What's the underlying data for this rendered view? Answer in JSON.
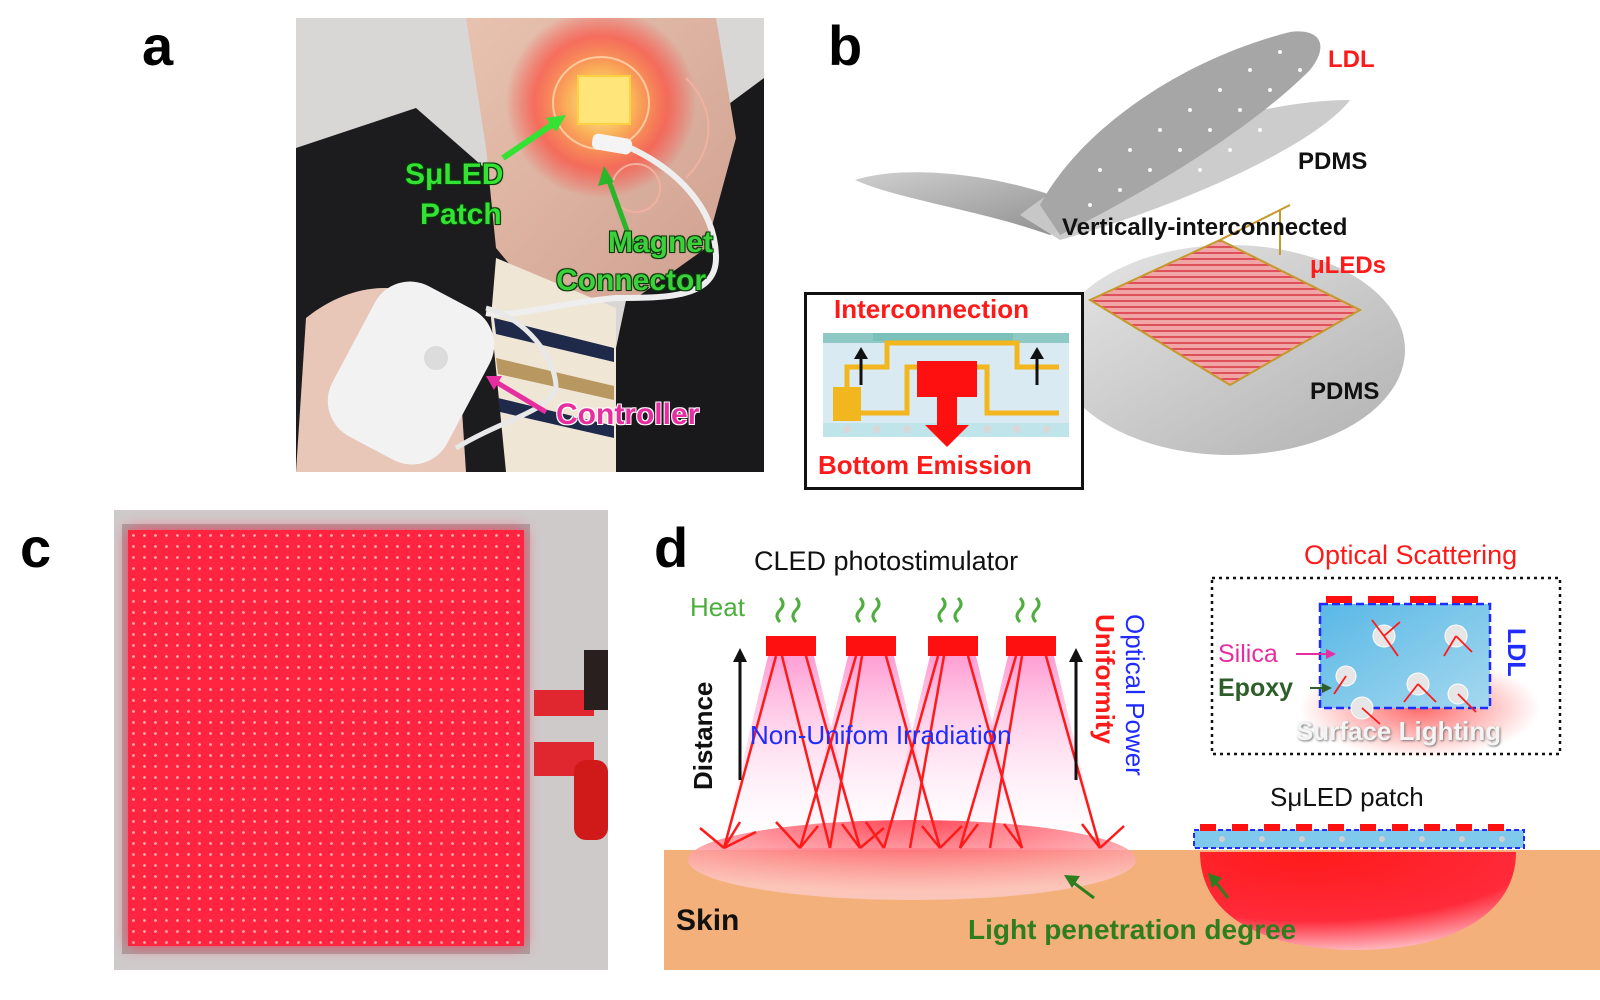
{
  "panels": {
    "a": "a",
    "b": "b",
    "c": "c",
    "d": "d"
  },
  "panel_a": {
    "patch_label_1": "SμLED",
    "patch_label_2": "Patch",
    "magnet_label_1": "Magnet",
    "magnet_label_2": "Connector",
    "controller_label": "Controller"
  },
  "panel_b": {
    "ldl": "LDL",
    "pdms_top": "PDMS",
    "vertical": "Vertically-interconnected",
    "uleds": "μLEDs",
    "pdms_bottom": "PDMS",
    "inset_top": "Interconnection",
    "inset_bottom": "Bottom Emission"
  },
  "panel_d": {
    "cled_title": "CLED photostimulator",
    "heat": "Heat",
    "distance": "Distance",
    "non_uniform": "Non-Unifom Irradiation",
    "optical_power": "Optical Power",
    "uniformity": "Uniformity",
    "optical_scattering": "Optical Scattering",
    "silica": "Silica",
    "epoxy": "Epoxy",
    "ldl": "LDL",
    "surface_lighting": "Surface Lighting",
    "sled_patch": "SμLED patch",
    "skin": "Skin",
    "penetration": "Light penetration degree"
  },
  "colors": {
    "red": "#ff1a1a",
    "green_label": "#33e233",
    "dark_green": "#2e7d1f",
    "magenta": "#e62ea0",
    "blue": "#1f2bff",
    "skin": "#f3b07a",
    "led_panel": "#ff2440"
  }
}
